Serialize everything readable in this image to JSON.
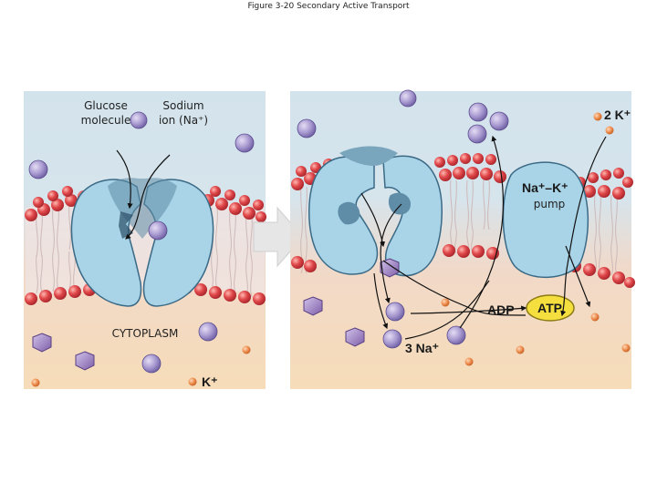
{
  "figure_title": "Figure 3-20 Secondary Active Transport",
  "left_panel": {
    "glucose_label": [
      "Glucose",
      "molecule"
    ],
    "sodium_label": [
      "Sodium",
      "ion (Na⁺)"
    ],
    "cytoplasm_label": "CYTOPLASM",
    "k_label": "K⁺"
  },
  "right_panel": {
    "k2_label": "2 K⁺",
    "pump_label": [
      "Na⁺–K⁺",
      "pump"
    ],
    "adp_label": "ADP",
    "atp_label": "ATP",
    "na3_label": "3 Na⁺"
  },
  "colors": {
    "extracellular": "#d3e3ec",
    "cytoplasm": "#f6dcb8",
    "membrane_head": "#e0474a",
    "protein": "#a9d3e6",
    "sodium_ion": "#a99bd1",
    "glucose": "#9d7fc0",
    "potassium_ion": "#ee8e4f",
    "atp": "#f4df3f",
    "transition_arrow": "#e6e6e6"
  }
}
